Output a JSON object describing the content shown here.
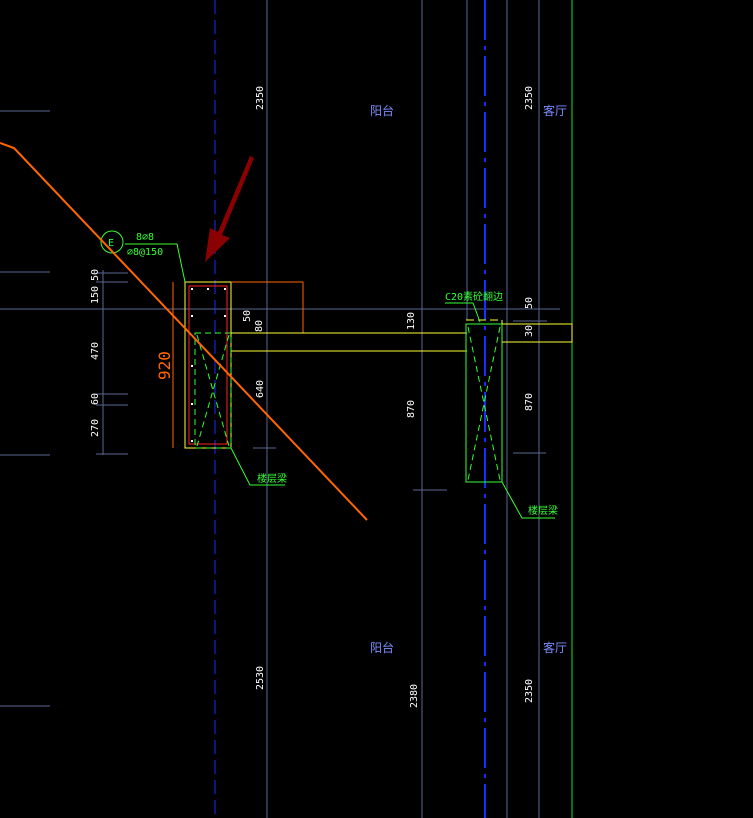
{
  "colors": {
    "background": "#000000",
    "grid": "#5a6690",
    "axis": "#1a2cff",
    "beam": "#ffff33",
    "rebar": "#ff2222",
    "leader": "#33ff33",
    "section_line": "#ff6600",
    "arrow": "#8b0000"
  },
  "rooms": {
    "balcony_top": "阳台",
    "living_top": "客厅",
    "balcony_bottom": "阳台",
    "living_bottom": "客厅"
  },
  "dims": {
    "top_left": "2350",
    "top_right": "2350",
    "bottom_left": "2530",
    "bottom_mid": "2380",
    "bottom_right": "2350",
    "left_50": "50",
    "left_150": "150",
    "left_470": "470",
    "left_60": "60",
    "left_270": "270",
    "beam_height": "920",
    "d50": "50",
    "d80": "80",
    "d640": "640",
    "mid_130": "130",
    "mid_870": "870",
    "right_50": "50",
    "right_30": "30",
    "right_870": "870"
  },
  "annotations": {
    "axis_bubble": "E",
    "rebar_top": "8⌀8",
    "stirrup": "⌀8@150",
    "beam_label_left": "楼层梁",
    "beam_label_right": "楼层梁",
    "curb_label": "C20素砼翻边"
  }
}
